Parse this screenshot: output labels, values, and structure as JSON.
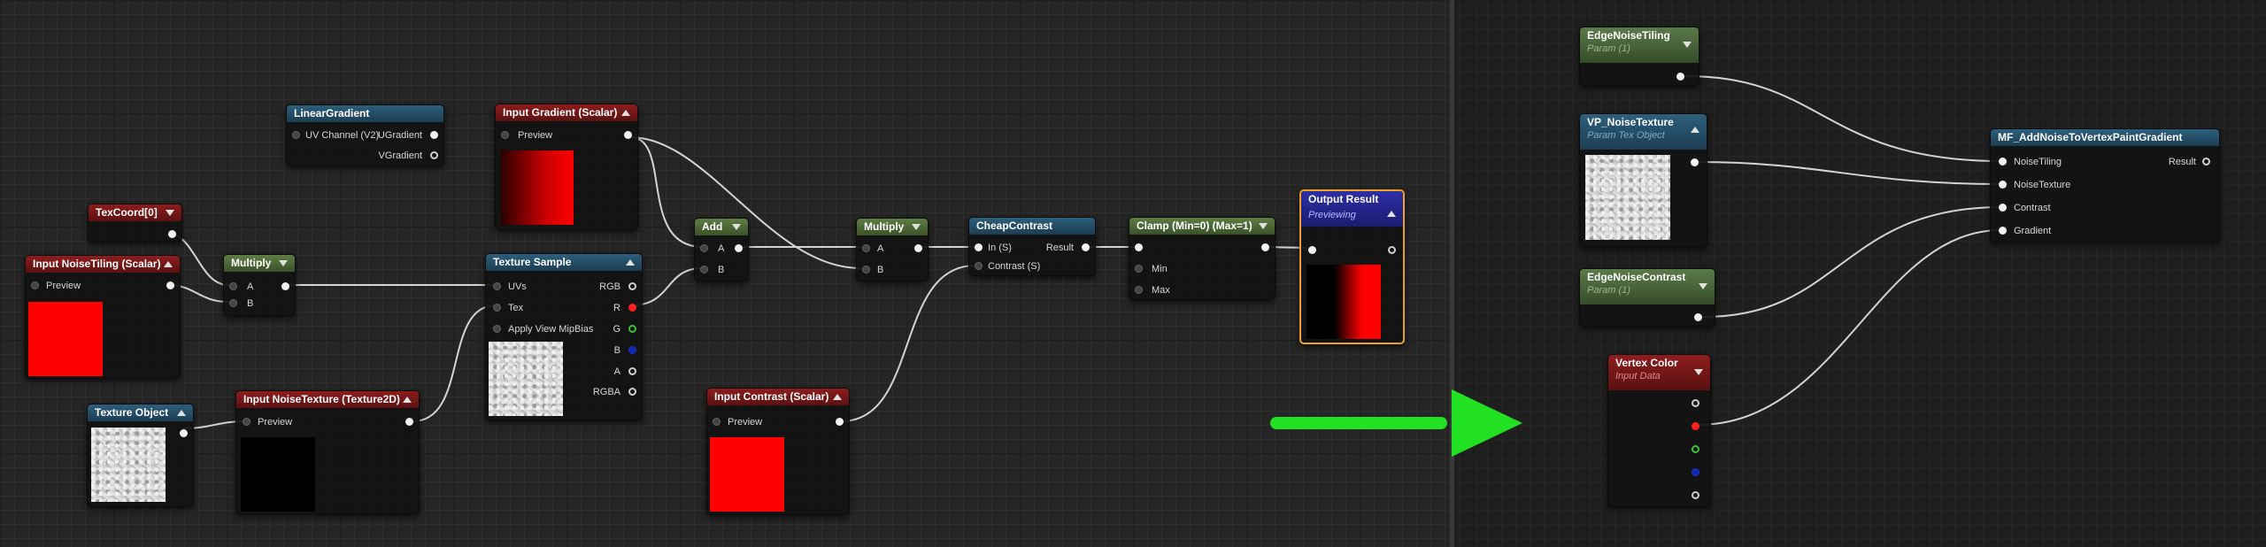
{
  "colors": {
    "wire": "#d4d4d4",
    "pin_red": "#ff2020",
    "pin_green": "#39c539",
    "pin_blue": "#1326b0",
    "arrow": "#22e022",
    "output_border": "#f0a020"
  },
  "icons": {
    "collapse": "triangle-down-icon",
    "expand": "triangle-up-icon",
    "arrow": "green-right-arrow"
  },
  "nodes": {
    "linear_gradient": {
      "title": "LinearGradient",
      "in_uv": "UV Channel (V2)",
      "out_u": "UGradient",
      "out_v": "VGradient"
    },
    "input_gradient": {
      "title": "Input Gradient (Scalar)",
      "preview": "Preview"
    },
    "texcoord": {
      "title": "TexCoord[0]"
    },
    "input_noise_tiling": {
      "title": "Input NoiseTiling (Scalar)",
      "preview": "Preview"
    },
    "multiply1": {
      "title": "Multiply",
      "a": "A",
      "b": "B"
    },
    "texture_sample": {
      "title": "Texture Sample",
      "uvs": "UVs",
      "tex": "Tex",
      "mip": "Apply View MipBias",
      "rgb": "RGB",
      "r": "R",
      "g": "G",
      "b": "B",
      "a": "A",
      "rgba": "RGBA"
    },
    "add": {
      "title": "Add",
      "a": "A",
      "b": "B"
    },
    "multiply2": {
      "title": "Multiply",
      "a": "A",
      "b": "B"
    },
    "cheap_contrast": {
      "title": "CheapContrast",
      "in": "In (S)",
      "result": "Result",
      "contrast": "Contrast (S)"
    },
    "clamp": {
      "title": "Clamp (Min=0) (Max=1)",
      "min": "Min",
      "max": "Max"
    },
    "output_result": {
      "title": "Output Result",
      "status": "Previewing"
    },
    "texture_object": {
      "title": "Texture Object"
    },
    "input_noise_texture": {
      "title": "Input NoiseTexture (Texture2D)",
      "preview": "Preview"
    },
    "input_contrast": {
      "title": "Input Contrast (Scalar)",
      "preview": "Preview"
    },
    "edge_noise_tiling": {
      "title": "EdgeNoiseTiling",
      "subtitle": "Param (1)"
    },
    "vp_noise_texture": {
      "title": "VP_NoiseTexture",
      "subtitle": "Param Tex Object"
    },
    "edge_noise_contrast": {
      "title": "EdgeNoiseContrast",
      "subtitle": "Param (1)"
    },
    "vertex_color": {
      "title": "Vertex Color",
      "subtitle": "Input Data"
    },
    "mf_add_noise": {
      "title": "MF_AddNoiseToVertexPaintGradient",
      "noise_tiling": "NoiseTiling",
      "noise_texture": "NoiseTexture",
      "contrast": "Contrast",
      "gradient": "Gradient",
      "result": "Result"
    }
  }
}
